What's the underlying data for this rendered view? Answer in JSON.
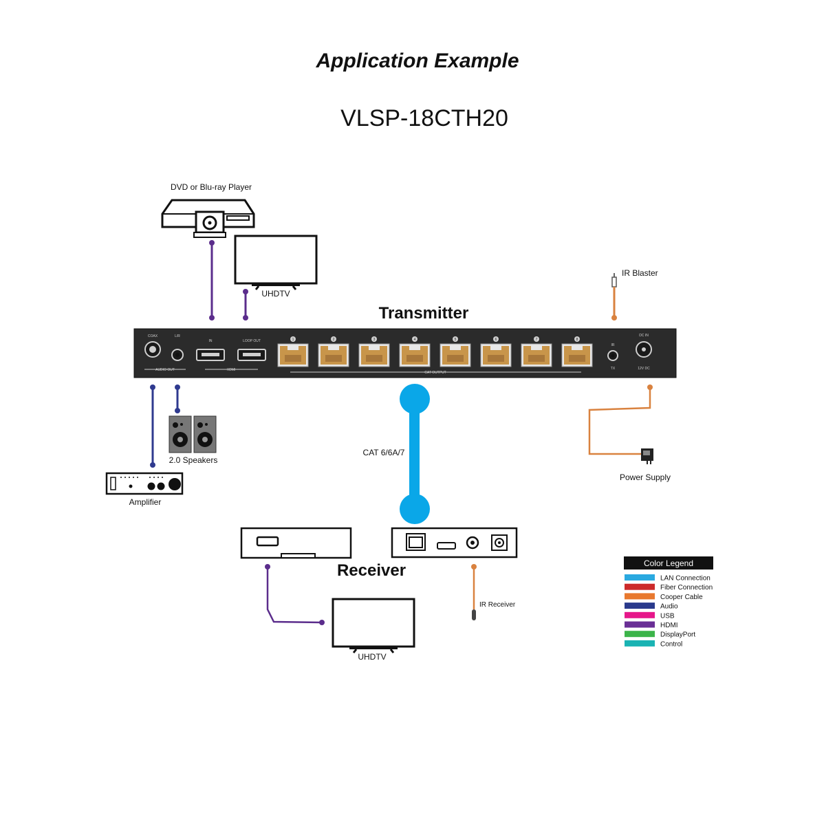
{
  "title": "Application Example",
  "model": "VLSP-18CTH20",
  "transmitter_label": "Transmitter",
  "receiver_label": "Receiver",
  "devices": {
    "dvd": "DVD or Blu-ray Player",
    "uhdtv_top": "UHDTV",
    "ir_blaster": "IR Blaster",
    "speakers": "2.0 Speakers",
    "amplifier": "Amplifier",
    "power_supply": "Power Supply",
    "uhdtv_bottom": "UHDTV",
    "ir_receiver": "IR Receiver"
  },
  "cable_label": "CAT 6/6A/7",
  "panel": {
    "port_numbers": [
      "1",
      "2",
      "3",
      "4",
      "5",
      "6",
      "7",
      "8"
    ]
  },
  "legend": {
    "title": "Color Legend",
    "items": [
      {
        "label": "LAN Connection",
        "color": "#2aa9e0"
      },
      {
        "label": "Fiber Connection",
        "color": "#cc2a2a"
      },
      {
        "label": "Cooper Cable",
        "color": "#e8782e"
      },
      {
        "label": "Audio",
        "color": "#2a3a8c"
      },
      {
        "label": "USB",
        "color": "#e6178a"
      },
      {
        "label": "HDMI",
        "color": "#6a2f96"
      },
      {
        "label": "DisplayPort",
        "color": "#3cb44a"
      },
      {
        "label": "Control",
        "color": "#1ab3b3"
      }
    ]
  },
  "colors": {
    "hdmi": "#5b2d8c",
    "audio": "#2f3a8f",
    "copper": "#d9823f",
    "lan": "#0aa7e8",
    "rj45": "#c8954a"
  }
}
